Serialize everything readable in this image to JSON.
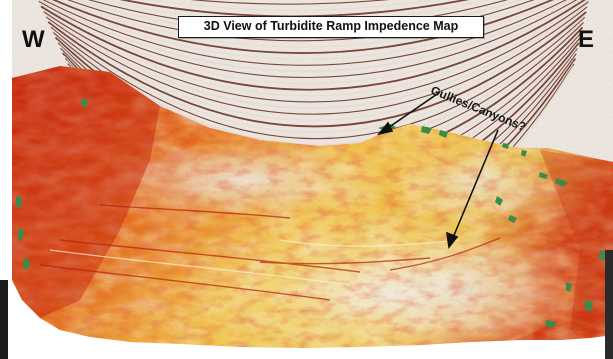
{
  "title": "3D View of Turbidite Ramp Impedence Map",
  "direction_labels": {
    "west": "W",
    "east": "E"
  },
  "annotation": "Gullies/Canyons?",
  "colors": {
    "background": "#ffffff",
    "seismic_stripe_dark": "#5a1e10",
    "seismic_stripe_light": "#e6ded6",
    "impedance_red": "#c8200c",
    "impedance_orange": "#e88a1e",
    "impedance_yellow": "#f6e27a",
    "impedance_pale": "#ebe6df",
    "edge_green": "#3d8a4a",
    "arrow": "#111111"
  }
}
